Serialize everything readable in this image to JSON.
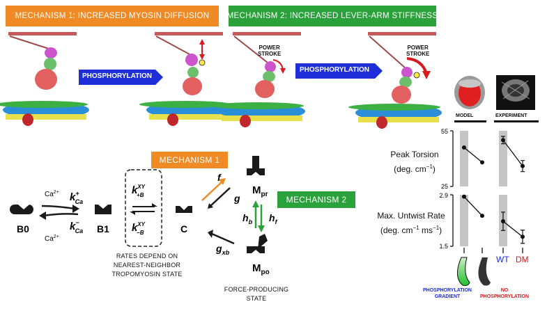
{
  "top": {
    "mech1_banner": "MECHANISM 1: INCREASED MYOSIN DIFFUSION",
    "mech2_banner": "MECHANISM 2: INCREASED LEVER-ARM STIFFNESS",
    "phosphorylation_1": "PHOSPHORYLATION",
    "phosphorylation_2": "PHOSPHORYLATION",
    "power_stroke_1": [
      "POWER",
      "STROKE"
    ],
    "power_stroke_2": [
      "POWER",
      "STROKE"
    ]
  },
  "scheme": {
    "mechanism1_tag": "MECHANISM 1",
    "mechanism2_tag": "MECHANISM 2",
    "states": {
      "b0": "B0",
      "b1": "B1",
      "c": "C",
      "mpr_main": "M",
      "mpr_sub": "pr",
      "mpo_main": "M",
      "mpo_sub": "po"
    },
    "rates": {
      "ca_top": "Ca",
      "ca_bottom": "Ca",
      "ca_sup": "2+",
      "kca_plus": "k",
      "kca_plus_sup": "+",
      "kca_plus_sub": "Ca",
      "kca_minus": "k",
      "kca_minus_sup": "−",
      "kca_minus_sub": "Ca",
      "kb_plus": "k",
      "kb_plus_sup": "XY",
      "kb_plus_sub": "+B",
      "kb_minus": "k",
      "kb_minus_sup": "XY",
      "kb_minus_sub": "−B",
      "f": "f",
      "g": "g",
      "hb": "h",
      "hb_sub": "b",
      "hf": "h",
      "hf_sub": "f",
      "gxb": "g",
      "gxb_sub": "xb"
    },
    "rates_note": [
      "RATES DEPEND ON",
      "NEAREST-NEIGHBOR",
      "TROPOMYOSIN STATE"
    ],
    "force_note": [
      "FORCE-PRODUCING",
      "STATE"
    ]
  },
  "results": {
    "model_label": "MODEL",
    "experiment_label": "EXPERIMENT",
    "peak_torsion_label": [
      "Peak Torsion",
      "(deg. cm",
      "−1",
      ")"
    ],
    "untwist_label": [
      "Max. Untwist Rate",
      "(deg. cm",
      "−1",
      " ms",
      "−1",
      ")"
    ],
    "ticks_top": [
      "55",
      "25"
    ],
    "ticks_bottom": [
      "2.9",
      "1.5"
    ],
    "wt_label": "WT",
    "dm_label": "DM",
    "phos_gradient_label": [
      "PHOSPHORYLATION",
      "GRADIENT"
    ],
    "no_phos_label": [
      "NO",
      "PHOSPHORYLATION"
    ]
  },
  "colors": {
    "orange": "#f08a24",
    "green": "#2aa13a",
    "blue_banner": "#1e2fd9",
    "wt_blue": "#1a2be0",
    "dm_red": "#d8191f",
    "gray_bar": "#c6c6c6"
  },
  "chart_data": [
    {
      "type": "line",
      "title": "Peak Torsion (deg. cm−1)",
      "ylim": [
        25,
        55
      ],
      "series": [
        {
          "name": "MODEL",
          "x": [
            "PHOSPHORYLATION GRADIENT",
            "NO PHOSPHORYLATION"
          ],
          "values": [
            46,
            38
          ]
        },
        {
          "name": "EXPERIMENT",
          "x": [
            "WT",
            "DM"
          ],
          "values": [
            50,
            36
          ],
          "error": [
            2,
            3
          ]
        }
      ]
    },
    {
      "type": "line",
      "title": "Max. Untwist Rate (deg. cm−1 ms−1)",
      "ylim": [
        1.5,
        2.9
      ],
      "series": [
        {
          "name": "MODEL",
          "x": [
            "PHOSPHORYLATION GRADIENT",
            "NO PHOSPHORYLATION"
          ],
          "values": [
            2.85,
            2.33
          ]
        },
        {
          "name": "EXPERIMENT",
          "x": [
            "WT",
            "DM"
          ],
          "values": [
            2.18,
            1.76
          ],
          "error": [
            0.25,
            0.18
          ]
        }
      ]
    }
  ]
}
